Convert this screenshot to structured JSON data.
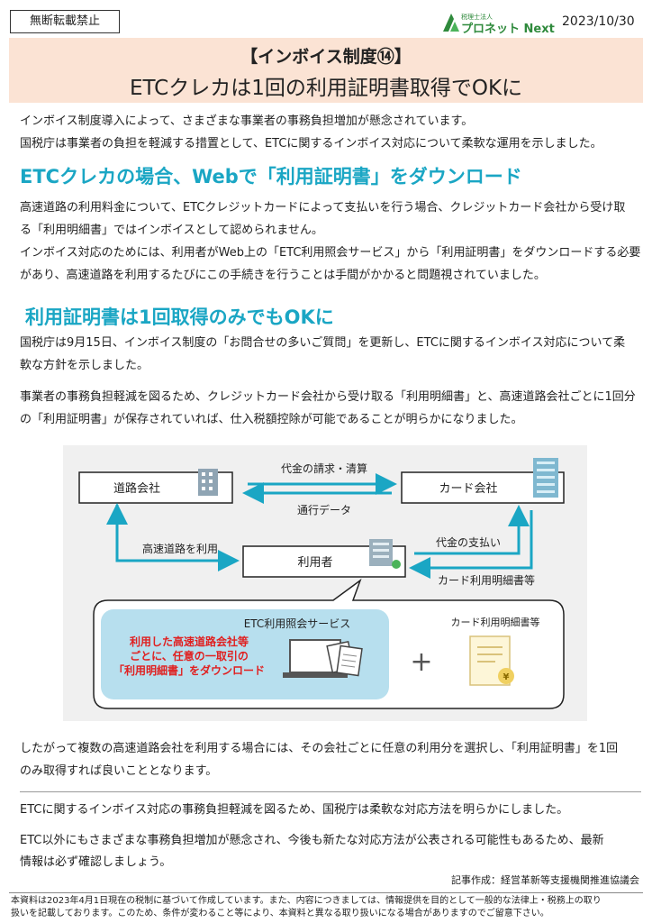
{
  "header": {
    "notice": "無断転載禁止",
    "logo_small": "税理士法人",
    "logo_main": "プロネット Next",
    "date": "2023/10/30"
  },
  "title": {
    "line1": "【インボイス制度⑭】",
    "line2": "ETCクレカは1回の利用証明書取得でOKに"
  },
  "intro": {
    "p1": "インボイス制度導入によって、さまざまな事業者の事務負担増加が懸念されています。",
    "p2": "国税庁は事業者の負担を軽減する措置として、ETCに関するインボイス対応について柔軟な運用を示しました。"
  },
  "section1": {
    "heading": "ETCクレカの場合、Webで「利用証明書」をダウンロード",
    "p1_l1": "高速道路の利用料金について、ETCクレジットカードによって支払いを行う場合、クレジットカード会社から受け取",
    "p1_l2": "る「利用明細書」ではインボイスとして認められません。",
    "p2_l1": "インボイス対応のためには、利用者がWeb上の「ETC利用照会サービス」から「利用証明書」をダウンロードする必要",
    "p2_l2": "があり、高速道路を利用するたびにこの手続きを行うことは手間がかかると問題視されていました。"
  },
  "section2": {
    "heading": "利用証明書は1回取得のみでもOKに",
    "p1_l1": "国税庁は9月15日、インボイス制度の「お問合せの多いご質問」を更新し、ETCに関するインボイス対応について柔",
    "p1_l2": "軟な方針を示しました。",
    "p2_l1": "事業者の事務負担軽減を図るため、クレジットカード会社から受け取る「利用明細書」と、高速道路会社ごとに1回分",
    "p2_l2": "の「利用証明書」が保存されていれば、仕入税額控除が可能であることが明らかになりました。"
  },
  "diagram": {
    "road_company": "道路会社",
    "card_company": "カード会社",
    "user": "利用者",
    "billing": "代金の請求・清算",
    "toll_data": "通行データ",
    "use_highway": "高速道路を利用",
    "payment": "代金の支払い",
    "card_statement_arrow": "カード利用明細書等",
    "etc_service": "ETC利用照会サービス",
    "red_l1": "利用した高速道路会社等",
    "red_l2": "ごとに、任意の一取引の",
    "red_l3": "「利用明細書」をダウンロード",
    "card_statement_doc": "カード利用明細書等",
    "plus": "+",
    "yen": "¥"
  },
  "conclusion": {
    "l1": "したがって複数の高速道路会社を利用する場合には、その会社ごとに任意の利用分を選択し、「利用証明書」を1回",
    "l2": "のみ取得すれば良いこととなります。"
  },
  "summary": {
    "p1": "ETCに関するインボイス対応の事務負担軽減を図るため、国税庁は柔軟な対応方法を明らかにしました。",
    "p2_l1": "ETC以外にもさまざまな事務負担増加が懸念され、今後も新たな対応方法が公表される可能性もあるため、最新",
    "p2_l2": "情報は必ず確認しましょう。"
  },
  "credit": "記事作成：経営革新等支援機関推進協議会",
  "footer": {
    "l1": "本資料は2023年4月1日現在の税制に基づいて作成しています。また、内容につきましては、情報提供を目的として一般的な法律上・税務上の取り",
    "l2": "扱いを記載しております。このため、条件が変わること等により、本資料と異なる取り扱いになる場合がありますのでご留意下さい。"
  },
  "colors": {
    "accent_cyan": "#1aa6c4",
    "title_band": "#fbe3d4",
    "brand_green": "#2f8a3c",
    "red_text": "#e02020"
  }
}
